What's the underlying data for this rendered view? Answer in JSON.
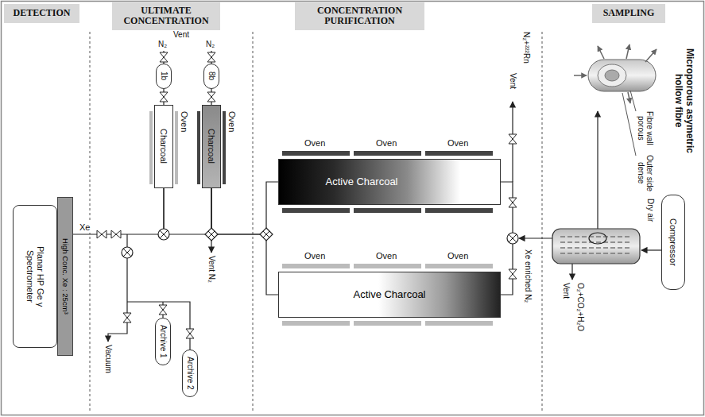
{
  "diagram": {
    "nodes": [
      {
        "text": [
          "DETECTION"
        ]
      },
      {
        "text": [
          "ULTIMATE CONCENTRATION"
        ]
      },
      {
        "text": [
          "CONCENTRATION PURIFICATION"
        ]
      },
      {
        "text": [
          "SAMPLING"
        ]
      },
      {
        "text": [
          "Planar HP Ge γ Spectrometer"
        ]
      },
      {
        "text": [
          "High Conc. Xe : 25cm³"
        ]
      },
      {
        "text": [
          "1b"
        ]
      },
      {
        "text": [
          "8b"
        ]
      },
      {
        "text": [
          "Charcoal"
        ]
      },
      {
        "text": [
          "Charcoal"
        ]
      },
      {
        "text": [
          "Active Charcoal"
        ]
      },
      {
        "text": [
          "Active Charcoal"
        ]
      },
      {
        "text": [
          "Archive 1"
        ]
      },
      {
        "text": [
          "Archive 2"
        ]
      },
      {
        "text": [
          "Compressor"
        ]
      }
    ],
    "edges": [
      {
        "from": 8,
        "to": 6,
        "arrow": "none"
      },
      {
        "from": 9,
        "to": 7,
        "arrow": "none"
      },
      {
        "from": 8,
        "to": 5,
        "label": "Xe",
        "arrow": "none"
      },
      {
        "from": 9,
        "to": 8,
        "arrow": "none"
      },
      {
        "from": 9,
        "to": 10,
        "arrow": "none"
      },
      {
        "from": 9,
        "to": 11,
        "arrow": "none"
      },
      {
        "from": 10,
        "to": 11,
        "arrow": "none"
      }
    ],
    "labels": [
      "Vent",
      "N₂",
      "N₂",
      "Oven",
      "Oven",
      "Vent N₂",
      "Vacuum",
      "Oven",
      "Oven",
      "Oven",
      "Oven",
      "Oven",
      "Oven",
      "N₂+²²²Rn",
      "Vent",
      "Xe enriched N₂",
      "Vent",
      "O₂+CO₂+H₂O",
      "Dry air",
      "Microporous asymetric hollow fibre",
      "Fibre wall porous",
      "Outer side dense"
    ]
  }
}
